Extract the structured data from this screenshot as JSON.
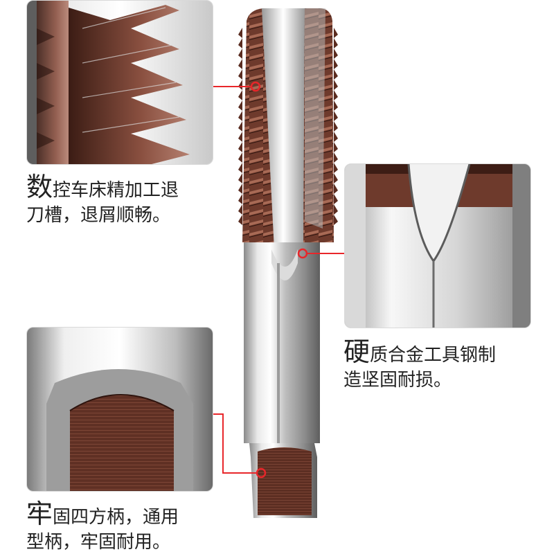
{
  "captions": {
    "top": {
      "first_char": "数",
      "line1_rest": "控车床精加工退",
      "line2": "刀槽，退屑顺畅。"
    },
    "middle": {
      "first_char": "硬",
      "line1_rest": "质合金工具钢制",
      "line2": "造坚固耐损。"
    },
    "bottom": {
      "first_char": "牢",
      "line1_rest": "固四方柄，通用",
      "line2": "型柄，牢固耐用。"
    }
  },
  "colors": {
    "steel_light": "#f2f2f2",
    "steel_dark": "#7a7a7a",
    "coating_brown": "#6e3a2c",
    "arrow_red": "#e8262a"
  },
  "icons": [
    "arrow-left-icon",
    "arrow-right-icon",
    "dot-marker-icon"
  ]
}
